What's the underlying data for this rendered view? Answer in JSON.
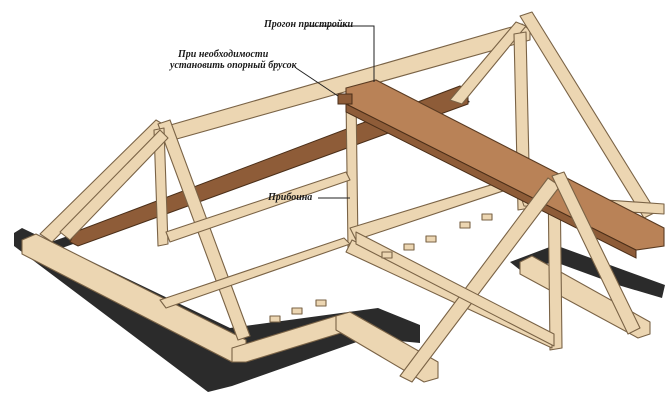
{
  "labels": {
    "purlin": "Прогон пристройки",
    "support_line1": "При необходимости",
    "support_line2": "установить опорный брусок",
    "nailer": "Прибоина"
  },
  "colors": {
    "timber": "#ecd6b2",
    "timber_outline": "#7a6346",
    "purlin": "#b98257",
    "foundation": "#2b2b2b"
  }
}
